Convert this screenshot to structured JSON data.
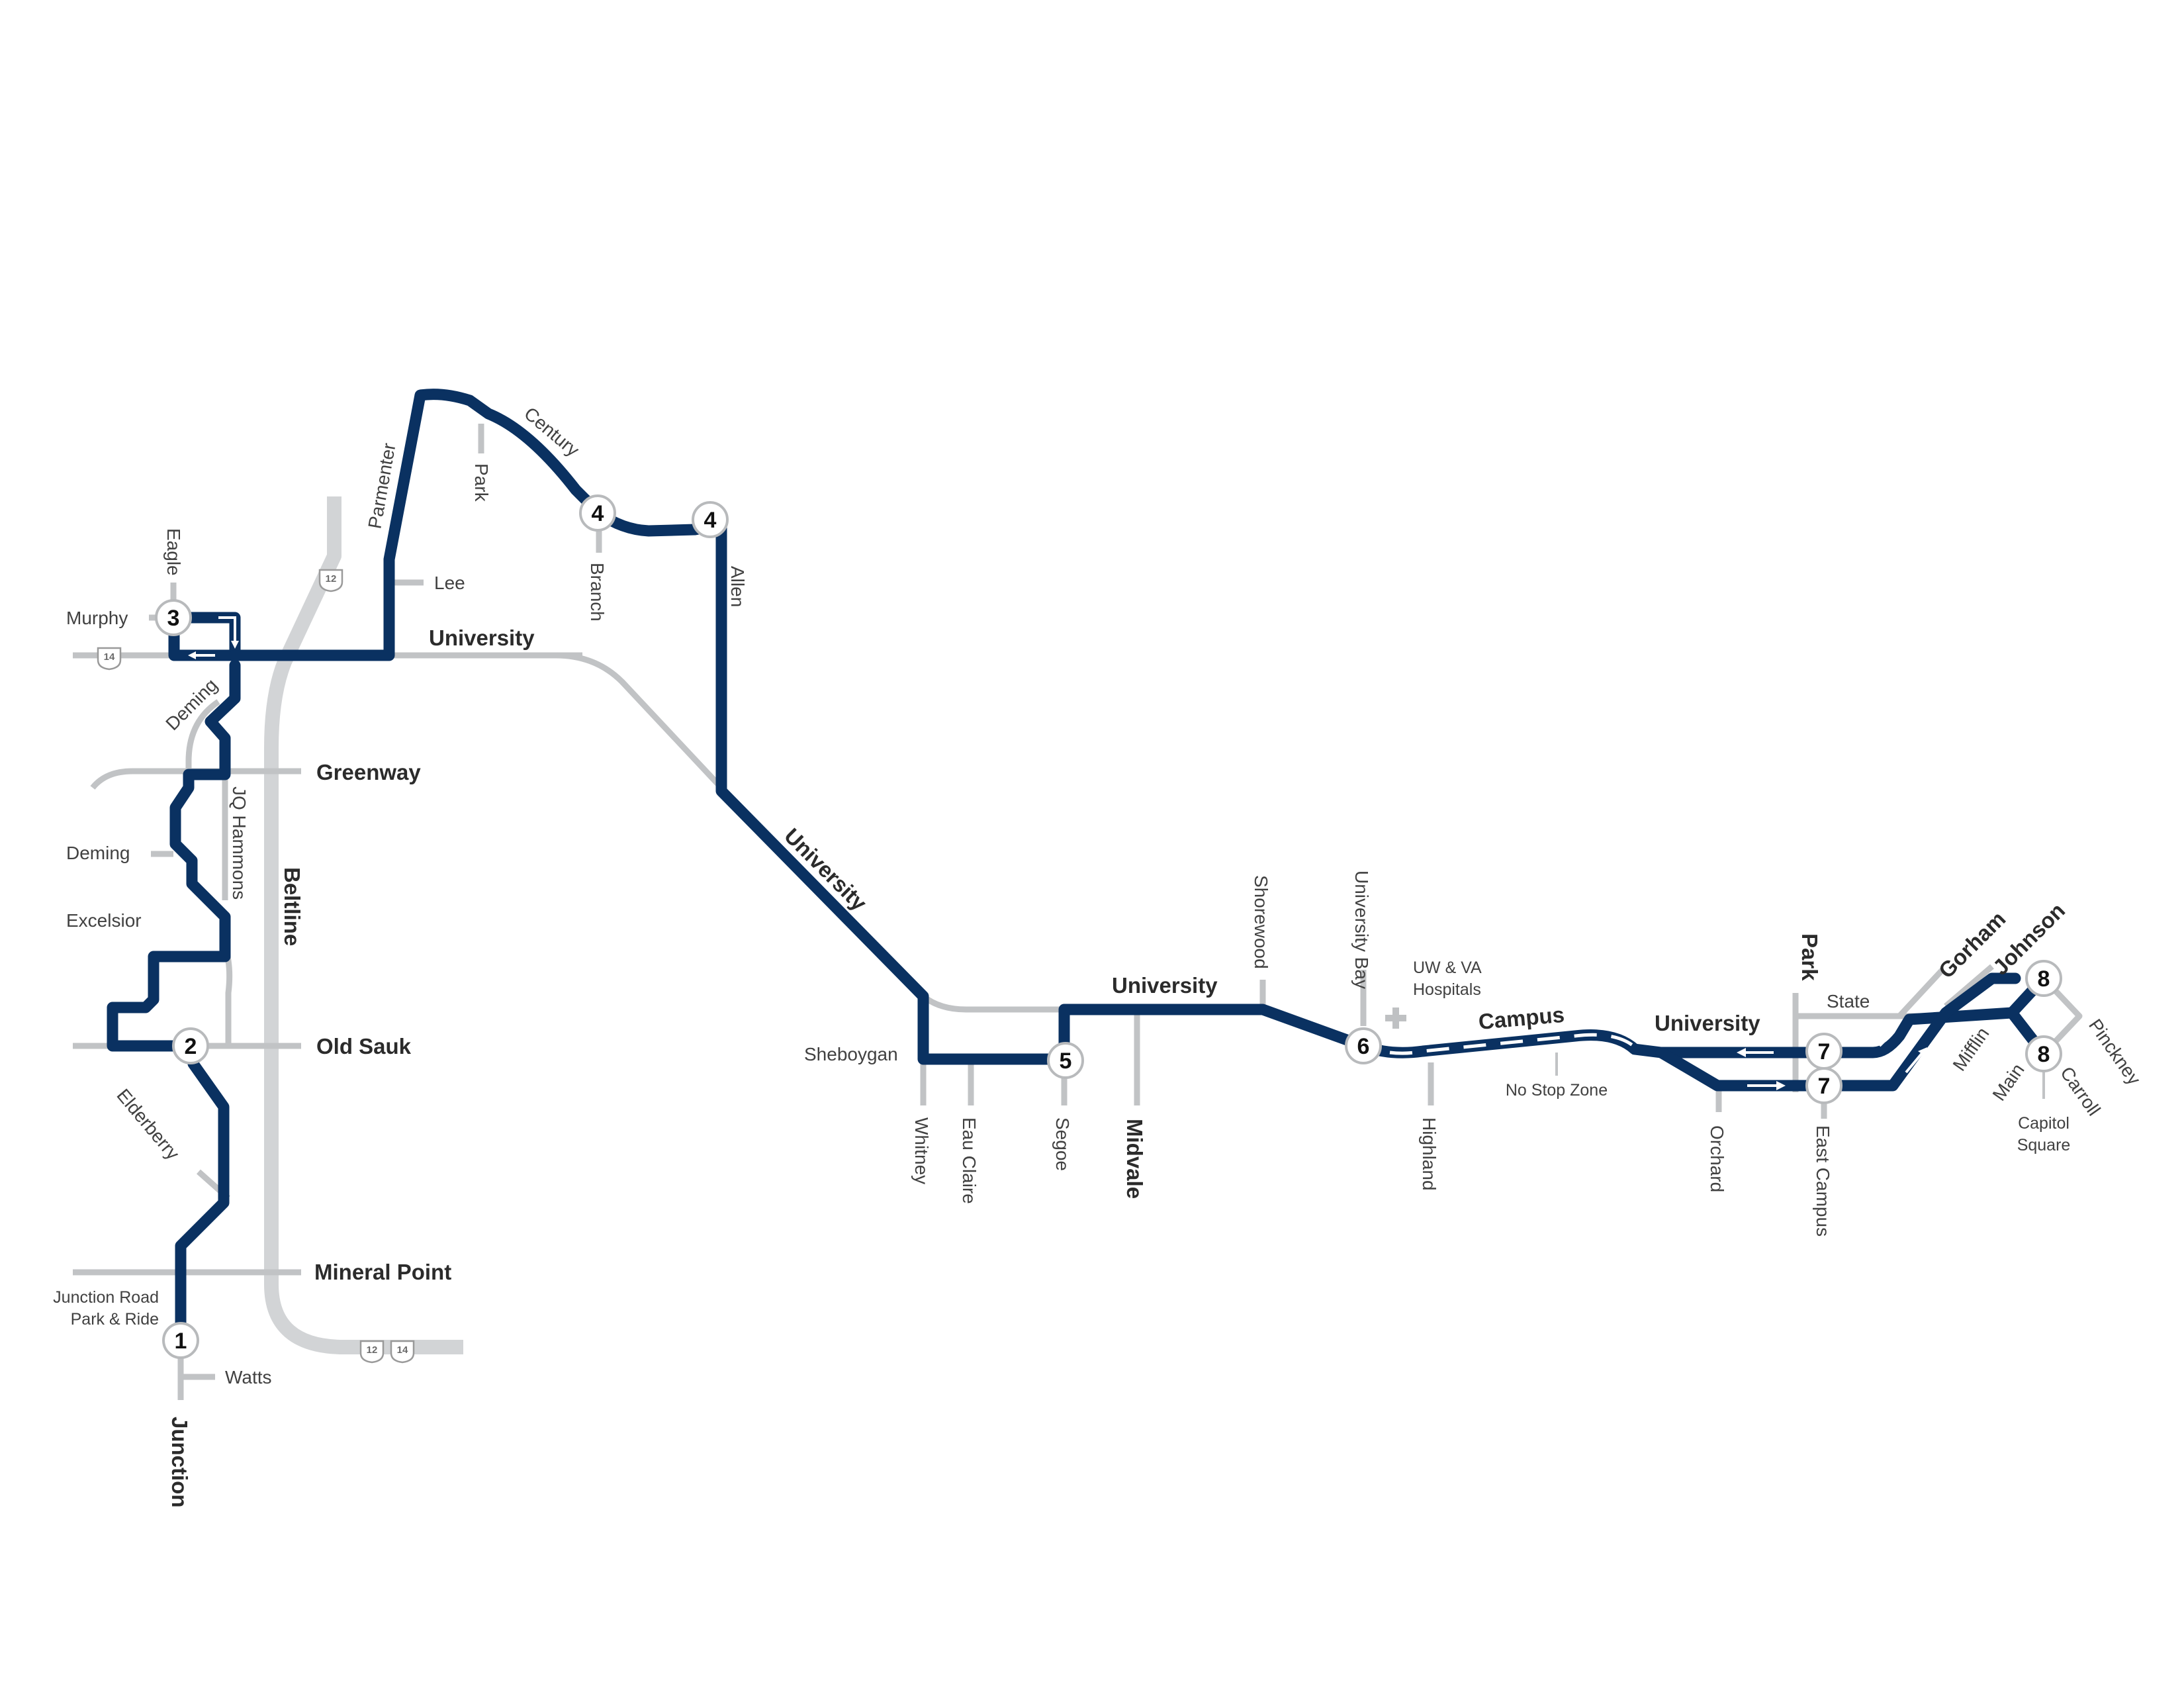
{
  "colors": {
    "route": "#0a3161",
    "street": "#c1c3c5",
    "beltline": "#d2d4d6",
    "label": "#414141"
  },
  "stops": [
    {
      "number": "1"
    },
    {
      "number": "2"
    },
    {
      "number": "3"
    },
    {
      "number": "4"
    },
    {
      "number": "4"
    },
    {
      "number": "5"
    },
    {
      "number": "6"
    },
    {
      "number": "7"
    },
    {
      "number": "7"
    },
    {
      "number": "8"
    },
    {
      "number": "8"
    }
  ],
  "streets": {
    "university_1": "University",
    "university_2": "University",
    "university_3": "University",
    "university_4": "University",
    "greenway": "Greenway",
    "old_sauk": "Old Sauk",
    "mineral_point": "Mineral Point",
    "beltline": "Beltline",
    "junction": "Junction",
    "midvale": "Midvale",
    "campus": "Campus",
    "park_east": "Park",
    "gorham": "Gorham",
    "johnson": "Johnson",
    "murphy": "Murphy",
    "eagle": "Eagle",
    "deming_1": "Deming",
    "deming_2": "Deming",
    "excelsior": "Excelsior",
    "jq_hammons": "JQ Hammons",
    "elderberry": "Elderberry",
    "watts": "Watts",
    "parmenter": "Parmenter",
    "park_west": "Park",
    "century": "Century",
    "lee": "Lee",
    "branch": "Branch",
    "allen": "Allen",
    "sheboygan": "Sheboygan",
    "whitney": "Whitney",
    "eau_claire": "Eau Claire",
    "segoe": "Segoe",
    "shorewood": "Shorewood",
    "university_bay": "University Bay",
    "highland": "Highland",
    "orchard": "Orchard",
    "east_campus": "East Campus",
    "state": "State",
    "mifflin": "Mifflin",
    "main": "Main",
    "carroll": "Carroll",
    "pinckney": "Pinckney"
  },
  "places": {
    "junction_park_ride_1": "Junction Road",
    "junction_park_ride_2": "Park & Ride",
    "hospitals_1": "UW & VA",
    "hospitals_2": "Hospitals",
    "no_stop_zone": "No Stop Zone",
    "capitol_1": "Capitol",
    "capitol_2": "Square"
  },
  "highway_shields": {
    "us12_north": "12",
    "us14_west": "14",
    "us12_south": "12",
    "us14_south": "14"
  }
}
